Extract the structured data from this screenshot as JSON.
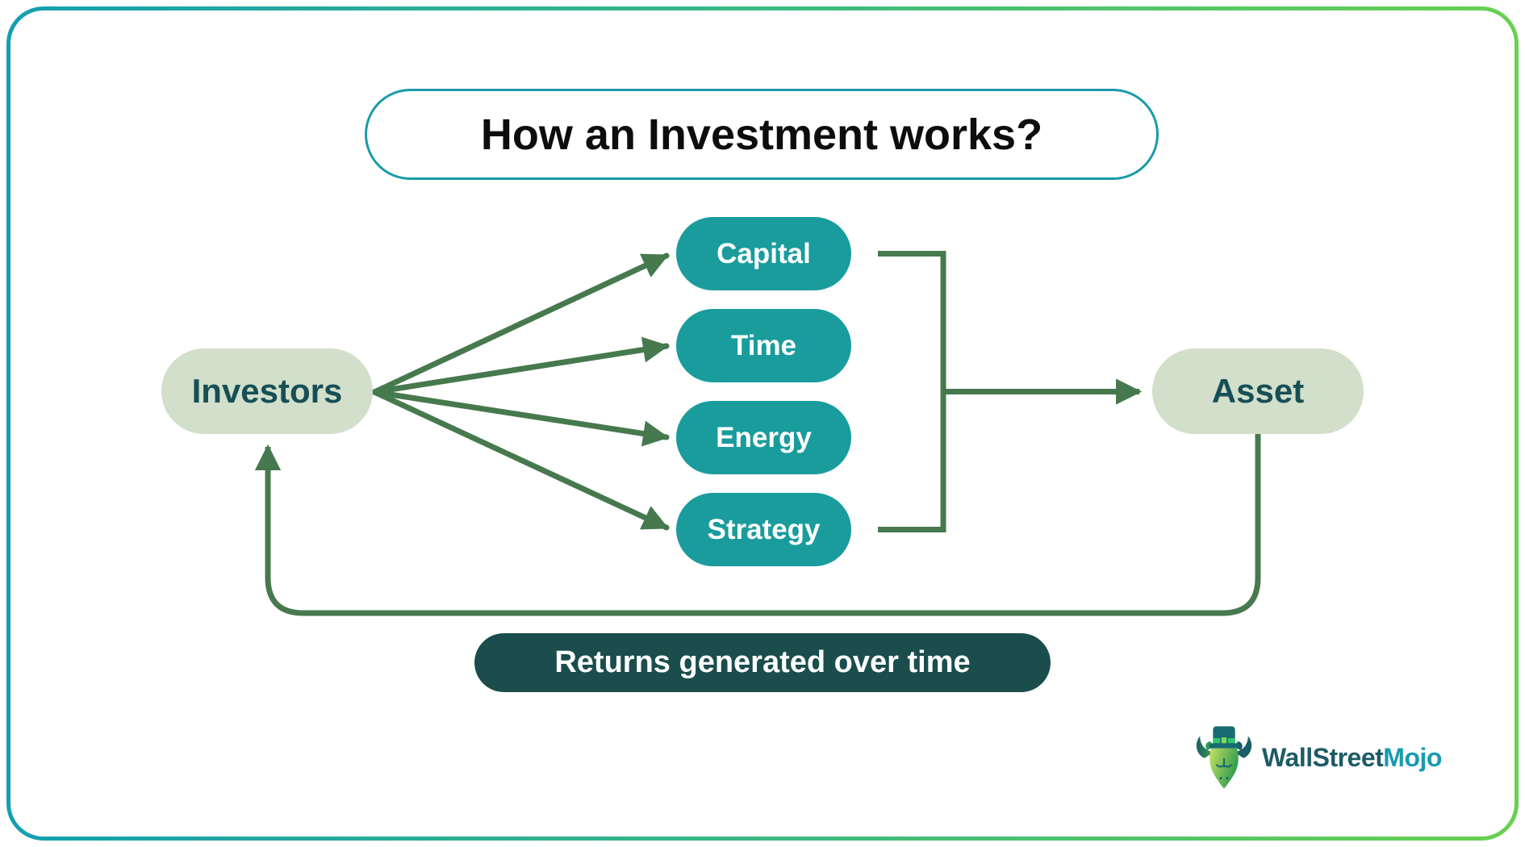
{
  "title": {
    "text": "How an Investment works?"
  },
  "nodes": {
    "investors": {
      "label": "Investors"
    },
    "inputs": [
      {
        "label": "Capital"
      },
      {
        "label": "Time"
      },
      {
        "label": "Energy"
      },
      {
        "label": "Strategy"
      }
    ],
    "asset": {
      "label": "Asset"
    },
    "returns_note": {
      "label": "Returns generated over time"
    }
  },
  "branding": {
    "name_part1": "WallStreet",
    "name_part2": "Mojo"
  },
  "colors": {
    "frame_gradient_start": "#149FB0",
    "frame_gradient_end": "#68D14F",
    "title_border": "#1A9AA9",
    "input_pill": "#1A9C9D",
    "node_pill": "#D2DFCA",
    "node_text": "#174F56",
    "arrow": "#47794E",
    "returns_pill": "#1B4D4D",
    "logo_dark_text": "#1D5B66",
    "logo_teal_text": "#189BB0"
  }
}
